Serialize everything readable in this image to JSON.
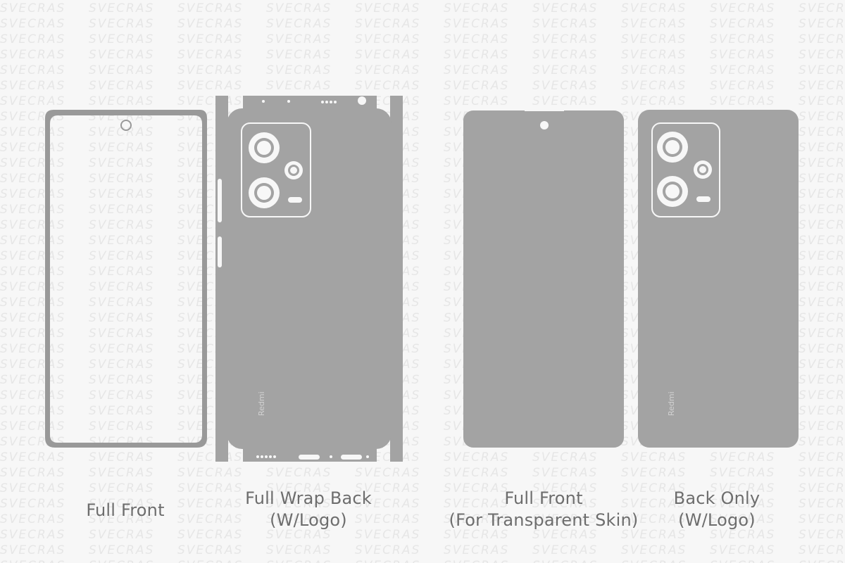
{
  "colors": {
    "background": "#f7f7f7",
    "template_fill": "#a3a3a3",
    "outline": "#999999",
    "cutout": "#f7f7f7",
    "watermark": "#e6e6e6",
    "caption": "#6d6d6d"
  },
  "watermark": {
    "text": "SVECRAS"
  },
  "templates": [
    {
      "id": "full-front",
      "caption_lines": [
        "Full Front"
      ]
    },
    {
      "id": "full-wrap-back",
      "caption_lines": [
        "Full Wrap Back",
        "(W/Logo)"
      ],
      "logo_text": "Redmi"
    },
    {
      "id": "full-front-transparent",
      "caption_lines": [
        "Full Front",
        "(For Transparent Skin)"
      ]
    },
    {
      "id": "back-only",
      "caption_lines": [
        "Back Only",
        "(W/Logo)"
      ],
      "logo_text": "Redmi"
    }
  ]
}
